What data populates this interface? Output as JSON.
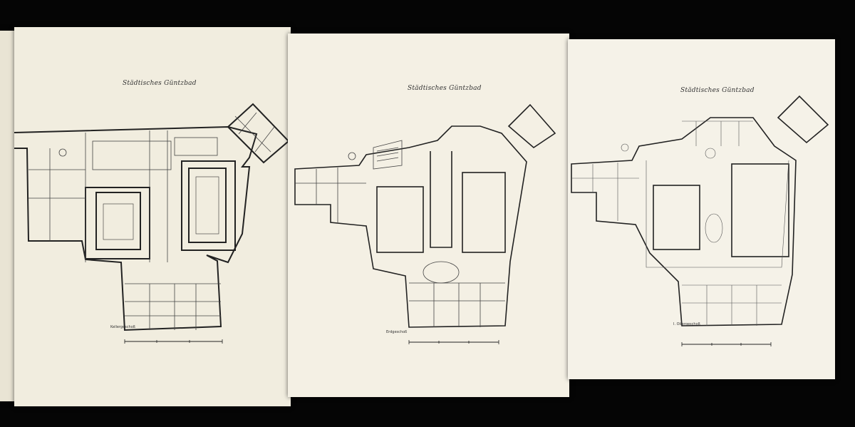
{
  "scene": {
    "description_free": true,
    "background": "#050505",
    "paper": "#f3efe3",
    "ink": "#222222"
  },
  "sheets": [
    {
      "title": "Städtisches Güntzbad",
      "caption": "Kellergeschoß"
    },
    {
      "title": "Städtisches Güntzbad",
      "caption": "Erdgeschoß"
    },
    {
      "title": "Städtisches Güntzbad",
      "caption": "I. Obergeschoß"
    }
  ]
}
